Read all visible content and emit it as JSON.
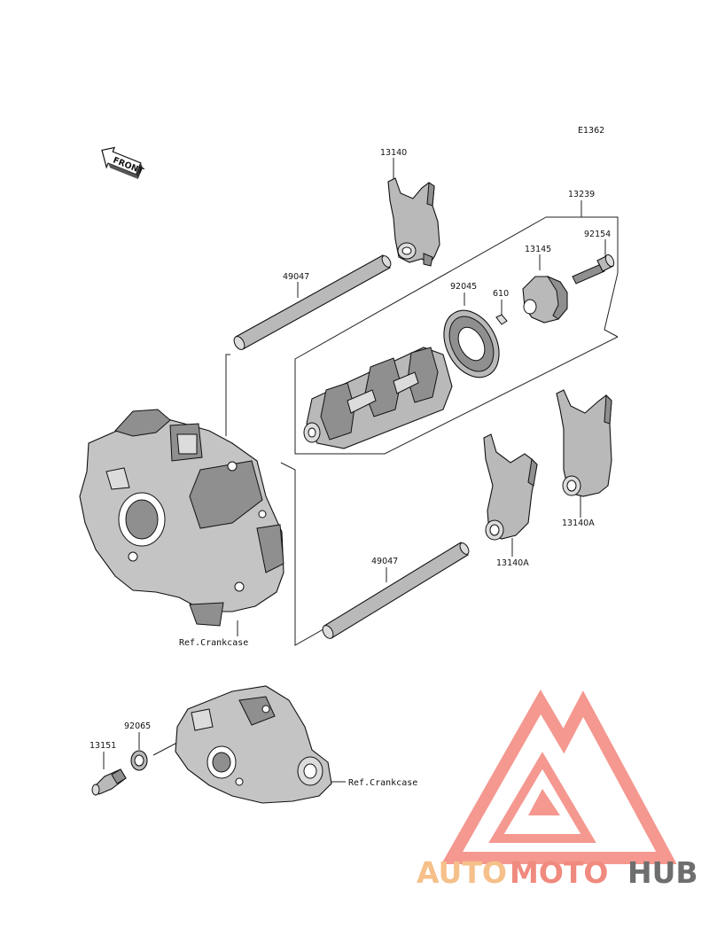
{
  "diagram": {
    "code": "E1362",
    "front_label": "FRONT",
    "labels": {
      "shift_fork_top": "13140",
      "shift_drum_assy": "13239",
      "bolt": "92154",
      "cam": "13145",
      "bearing": "92045",
      "pin": "610",
      "shaft_upper": "49047",
      "shaft_lower": "49047",
      "fork_right": "13140A",
      "fork_middle": "13140A",
      "ref_crankcase_upper": "Ref.Crankcase",
      "ref_crankcase_lower": "Ref.Crankcase",
      "washer": "92065",
      "switch": "13151"
    }
  },
  "watermark": {
    "part1": "AUTO",
    "part2": "MOTO",
    "part3": "HUB",
    "colors": {
      "auto": "#f6c08a",
      "moto": "#f08a7e",
      "hub": "#6e6e6e",
      "triangle": "#f2867c"
    }
  }
}
